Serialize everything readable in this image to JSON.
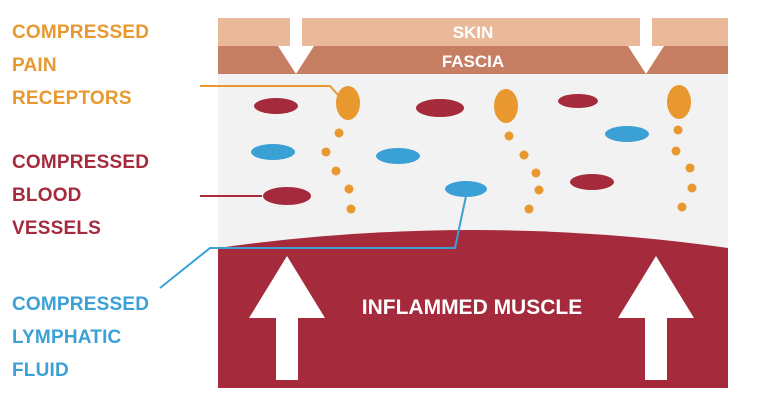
{
  "labels": {
    "pain": [
      "COMPRESSED",
      "PAIN",
      "RECEPTORS"
    ],
    "blood": [
      "COMPRESSED",
      "BLOOD",
      "VESSELS"
    ],
    "lymph": [
      "COMPRESSED",
      "LYMPHATIC",
      "FLUID"
    ]
  },
  "layers": {
    "skin": "SKIN",
    "fascia": "FASCIA",
    "muscle": "INFLAMMED MUSCLE"
  },
  "colors": {
    "skin": "#eab99a",
    "fascia": "#c77f63",
    "muscle": "#a52a3c",
    "pain": "#e8982e",
    "blood": "#a52a3c",
    "lymph": "#3aa0d6",
    "tissue": "#f2f2f2"
  }
}
